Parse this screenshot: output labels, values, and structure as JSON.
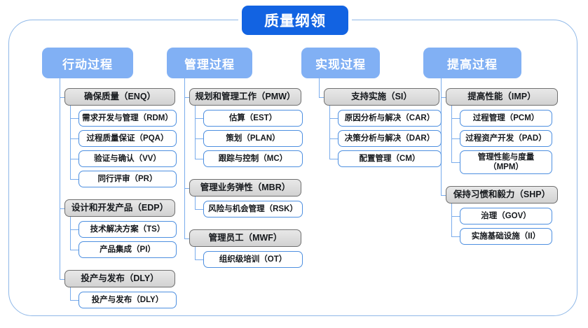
{
  "root": {
    "label": "质量纲领"
  },
  "colors": {
    "root_bg": "#1263e2",
    "header_bg": "#81b0f4",
    "level2_border": "#6f6f6f",
    "level3_border": "#4d8fe0",
    "connector": "#7aacec",
    "frame_border": "#8fb8e8"
  },
  "columns": [
    {
      "header": "行动过程",
      "groups": [
        {
          "label": "确保质量（ENQ）",
          "children": [
            "需求开发与管理（RDM）",
            "过程质量保证（PQA）",
            "验证与确认（VV）",
            "同行评审（PR）"
          ]
        },
        {
          "label": "设计和开发产品（EDP）",
          "children": [
            "技术解决方案（TS）",
            "产品集成（PI）"
          ]
        },
        {
          "label": "投产与发布（DLY）",
          "children": [
            "投产与发布（DLY）"
          ]
        }
      ]
    },
    {
      "header": "管理过程",
      "groups": [
        {
          "label": "规划和管理工作（PMW）",
          "children": [
            "估算（EST）",
            "策划（PLAN）",
            "跟踪与控制（MC）"
          ]
        },
        {
          "label": "管理业务弹性（MBR）",
          "children": [
            "风险与机会管理（RSK）"
          ]
        },
        {
          "label": "管理员工（MWF）",
          "children": [
            "组织级培训（OT）"
          ]
        }
      ]
    },
    {
      "header": "实现过程",
      "groups": [
        {
          "label": "支持实施（SI）",
          "children": [
            "原因分析与解决（CAR）",
            "决策分析与解决（DAR）",
            "配置管理（CM）"
          ]
        }
      ]
    },
    {
      "header": "提高过程",
      "groups": [
        {
          "label": "提高性能（IMP）",
          "children": [
            "过程管理（PCM）",
            "过程资产开发（PAD）",
            "管理性能与度量\n（MPM）"
          ]
        },
        {
          "label": "保持习惯和毅力（SHP）",
          "children": [
            "治理（GOV）",
            "实施基础设施（II）"
          ]
        }
      ]
    }
  ]
}
